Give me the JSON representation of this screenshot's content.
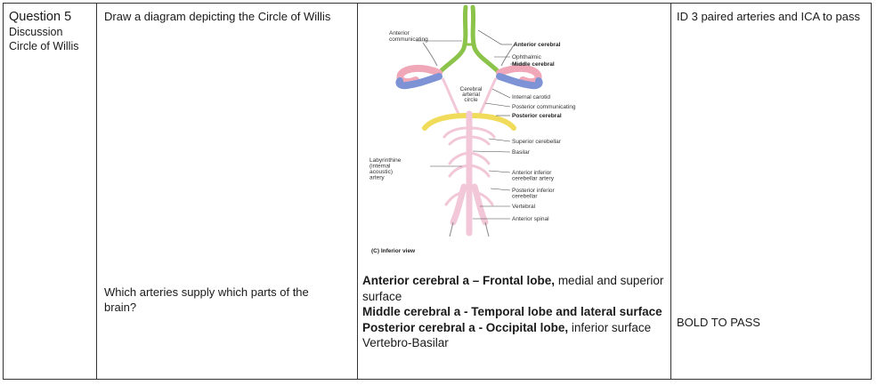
{
  "row": {
    "question_label": "Question 5",
    "question_sub1": "Discussion",
    "question_sub2": "Circle of Willis",
    "prompt_top": "Draw a diagram depicting the Circle of Willis",
    "prompt_bottom": "Which arteries supply which parts of the brain?",
    "criteria_top": "ID 3 paired arteries and ICA to pass",
    "criteria_bottom": "BOLD TO PASS"
  },
  "diagram": {
    "labels": {
      "anterior_communicating": "Anterior communicating",
      "anterior_cerebral": "Anterior cerebral",
      "ophthalmic": "Ophthalmic",
      "middle_cerebral": "Middle cerebral",
      "cerebral_arterial_circle": "Cerebral arterial circle",
      "internal_carotid": "Internal carotid",
      "posterior_communicating": "Posterior communicating",
      "posterior_cerebral": "Posterior cerebral",
      "superior_cerebellar": "Superior cerebellar",
      "basilar": "Basilar",
      "labyrinthine": "Labyrinthine (internal acoustic) artery",
      "anterior_inferior_cerebellar": "Anterior inferior cerebellar artery",
      "posterior_inferior_cerebellar": "Posterior inferior cerebellar",
      "vertebral": "Vertebral",
      "anterior_spinal": "Anterior spinal",
      "caption": "(C) Inferior view"
    },
    "colors": {
      "anterior": "#8cc34a",
      "middle": "#f0a8b8",
      "internal_carotid": "#7d93d6",
      "posterior": "#f0dc5a",
      "basilar": "#f2c8d8"
    }
  },
  "answer": {
    "line1_bold": "Anterior cerebral a – Frontal lobe,",
    "line1_rest": " medial and superior surface",
    "line2_bold": "Middle cerebral a - Temporal lobe and lateral surface",
    "line3_bold": "Posterior cerebral a - Occipital lobe,",
    "line3_rest": " inferior surface",
    "line4": "Vertebro-Basilar"
  }
}
